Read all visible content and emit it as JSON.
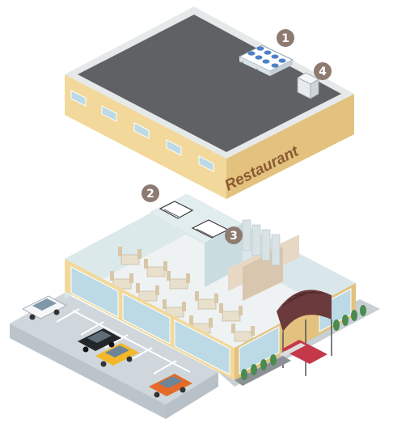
{
  "sign": {
    "text": "Restaurant"
  },
  "callouts": [
    {
      "number": "1",
      "label": "rooftop-condensing-unit"
    },
    {
      "number": "2",
      "label": "ceiling-unit-dining"
    },
    {
      "number": "3",
      "label": "ceiling-unit-kitchen"
    },
    {
      "number": "4",
      "label": "rooftop-box-unit"
    }
  ],
  "colors": {
    "roof": "#5f6164",
    "roof_rim": "#e6e9ea",
    "wall": "#f2d89a",
    "wall_dark": "#e2c27e",
    "sign_text": "#8a5a33",
    "window": "#bcd9e6",
    "floor": "#eef2f2",
    "parking": "#cfd6dc",
    "badge": "#8d7a70",
    "awning": "#6b3a3c",
    "carpet": "#c4384a",
    "shrub": "#4a8b4e"
  },
  "icons": [
    "hvac-unit-icon",
    "car-icon",
    "shrub-icon"
  ]
}
